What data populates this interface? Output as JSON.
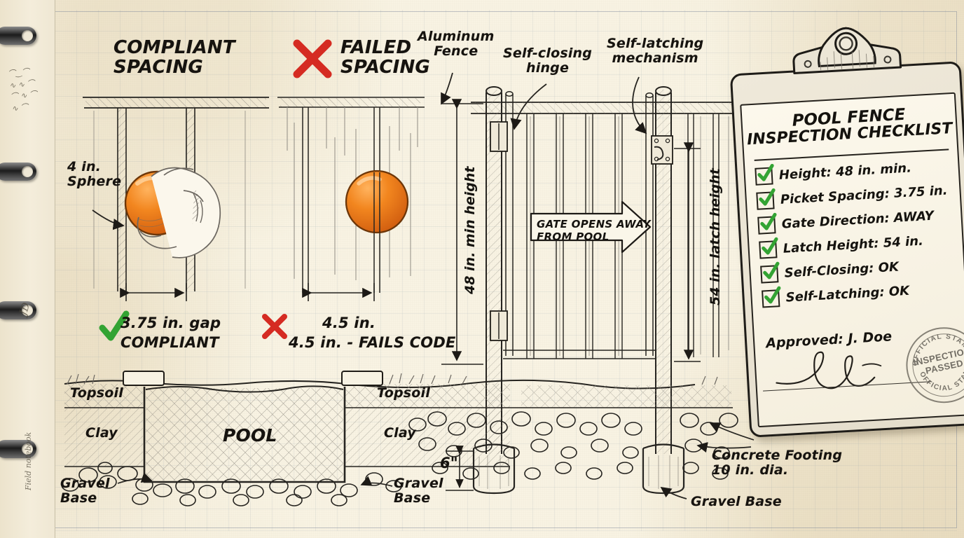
{
  "page": {
    "paper_color": "#f8f3e3",
    "ink_color": "#16130f",
    "accent_red": "#d52b22",
    "accent_green": "#33a333",
    "sphere_color": "#ef7f22"
  },
  "margin": {
    "scribble_top": "~~~~~",
    "initials": "JD",
    "notebook_label": "Field notebook"
  },
  "headings": {
    "compliant": "COMPLIANT\nSPACING",
    "failed": "FAILED\nSPACING"
  },
  "callouts": {
    "sphere": "4 in.\nSphere",
    "aluminum_fence": "Aluminum\nFence",
    "self_closing_hinge": "Self-closing\nhinge",
    "self_latching": "Self-latching\nmechanism",
    "concrete_footing": "Concrete Footing\n10 in. dia.",
    "gravel_base_right": "Gravel Base"
  },
  "dimensions": {
    "compliant_gap": "3.75 in. gap",
    "compliant_verdict": "COMPLIANT",
    "failed_gap": "4.5 in.",
    "failed_verdict": "4.5 in. - FAILS CODE",
    "fence_height": "48 in. min height",
    "latch_height": "54 in. latch height",
    "footing_depth": "6\""
  },
  "gate_arrow": {
    "line1": "GATE OPENS AWAY",
    "line2": "FROM POOL"
  },
  "cross_section": {
    "topsoil_left": "Topsoil",
    "clay_left": "Clay",
    "pool": "POOL",
    "gravel_left": "Gravel\nBase",
    "topsoil_right": "Topsoil",
    "clay_right": "Clay",
    "gravel_right": "Gravel\nBase"
  },
  "clipboard": {
    "title_line1": "POOL FENCE",
    "title_line2": "INSPECTION CHECKLIST",
    "items": [
      {
        "label": "Height: 48 in. min.",
        "checked": true
      },
      {
        "label": "Picket Spacing: 3.75 in.",
        "checked": true
      },
      {
        "label": "Gate Direction: AWAY",
        "checked": true
      },
      {
        "label": "Latch Height: 54 in.",
        "checked": true
      },
      {
        "label": "Self-Closing: OK",
        "checked": true
      },
      {
        "label": "Self-Latching: OK",
        "checked": true
      }
    ],
    "approved": "Approved: J. Doe",
    "signature": "J. Doe",
    "stamp": {
      "arc_top": "OFFICIAL STAMP",
      "arc_bottom": "OFFICIAL STAMP",
      "center_line1": "INSPECTION",
      "center_line2": "PASSED"
    }
  }
}
